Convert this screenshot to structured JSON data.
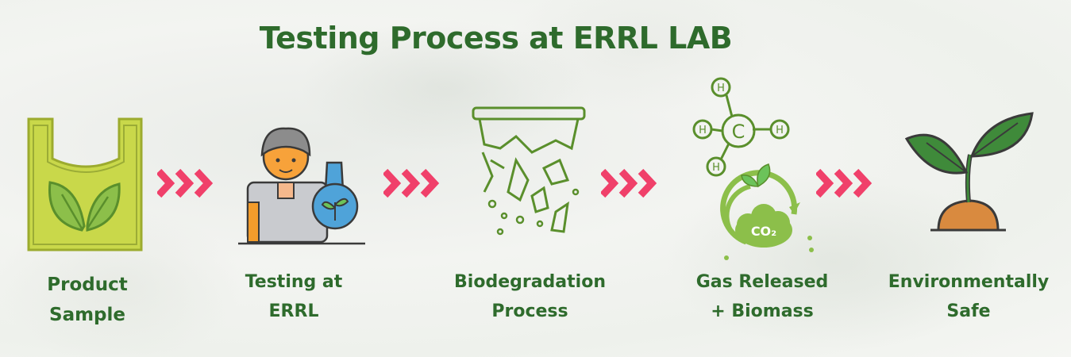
{
  "title": "Testing Process at ERRL LAB",
  "steps": [
    {
      "line1": "Product",
      "line2": "Sample",
      "icon": "plastic-bag-leaf-icon"
    },
    {
      "line1": "Testing at",
      "line2": "ERRL",
      "icon": "scientist-icon"
    },
    {
      "line1": "Biodegradation",
      "line2": "Process",
      "icon": "degrading-bag-icon"
    },
    {
      "line1": "Gas Released",
      "line2": "+ Biomass",
      "icon": "co2-methane-icon"
    },
    {
      "line1": "Environmentally",
      "line2": "Safe",
      "icon": "sprout-icon"
    }
  ],
  "molecule_labels": {
    "carbon": "C",
    "hydrogen": "H"
  },
  "co2_label": "CO₂",
  "colors": {
    "title": "#2e6b2c",
    "arrow": "#f0406a",
    "outline": "#5a8f2c",
    "bag": "#c9d84a"
  }
}
